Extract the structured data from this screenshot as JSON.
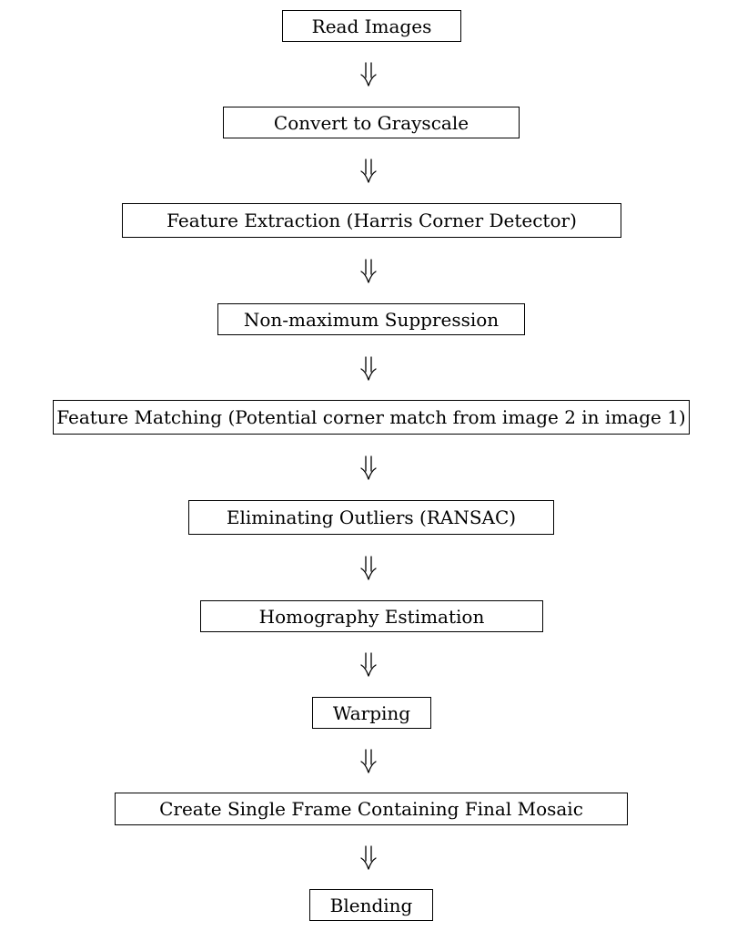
{
  "steps": [
    {
      "label": "Read Images"
    },
    {
      "label": "Convert to Grayscale"
    },
    {
      "label": "Feature Extraction (Harris Corner Detector)"
    },
    {
      "label": "Non-maximum Suppression"
    },
    {
      "label": "Feature Matching (Potential corner match from image 2 in image 1)"
    },
    {
      "label": "Eliminating Outliers (RANSAC)"
    },
    {
      "label": "Homography Estimation"
    },
    {
      "label": "Warping"
    },
    {
      "label": "Create Single Frame Containing Final Mosaic"
    },
    {
      "label": "Blending"
    }
  ],
  "connector": {
    "icon": "double-down-arrow-icon",
    "color": "#000000"
  }
}
